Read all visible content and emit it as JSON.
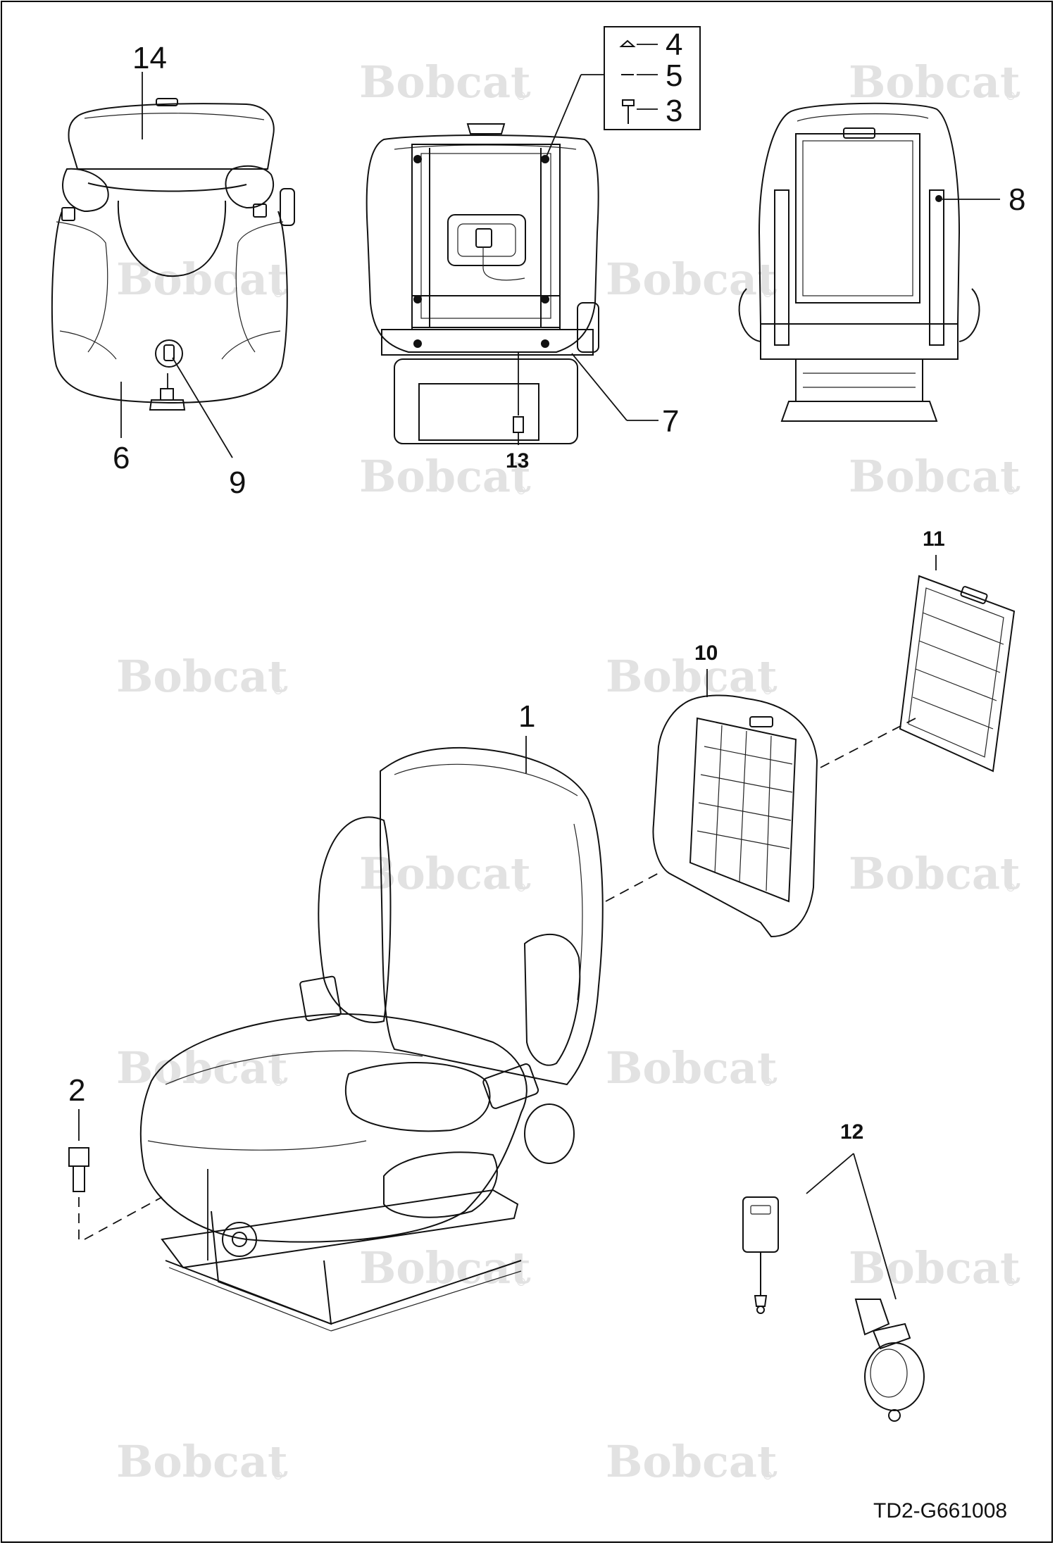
{
  "watermark": {
    "brand": "Bobcat",
    "mark": "®"
  },
  "callouts": {
    "c1": "1",
    "c2": "2",
    "c3": "3",
    "c4": "4",
    "c5": "5",
    "c6": "6",
    "c7": "7",
    "c8": "8",
    "c9": "9",
    "c10": "10",
    "c11": "11",
    "c12": "12",
    "c13": "13",
    "c14": "14"
  },
  "drawing_id": "TD2-G661008",
  "colors": {
    "line": "#111111",
    "watermark": "#e2e2e2",
    "background": "#ffffff"
  }
}
